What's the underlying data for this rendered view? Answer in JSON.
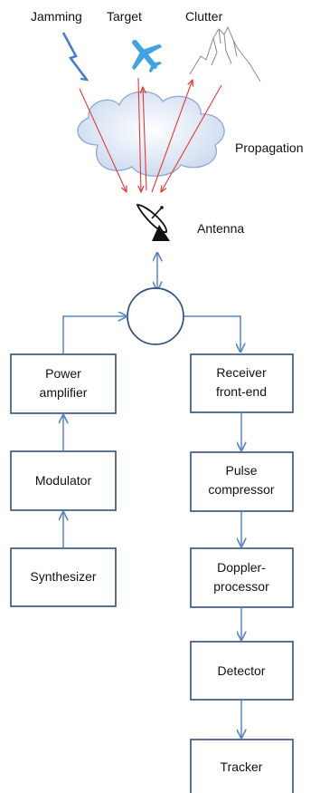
{
  "labels": {
    "jamming": "Jamming",
    "target": "Target",
    "clutter": "Clutter",
    "propagation": "Propagation",
    "antenna": "Antenna"
  },
  "blocks": {
    "power_amplifier": [
      "Power",
      "amplifier"
    ],
    "modulator": "Modulator",
    "synthesizer": "Synthesizer",
    "receiver_front_end": [
      "Receiver",
      "front-end"
    ],
    "pulse_compressor": [
      "Pulse",
      "compressor"
    ],
    "doppler_processor": [
      "Doppler-",
      "processor"
    ],
    "detector": "Detector",
    "tracker": "Tracker"
  },
  "icons": {
    "jamming": "lightning-bolt-icon",
    "target": "airplane-icon",
    "clutter": "mountain-icon",
    "propagation": "cloud-icon",
    "antenna": "satellite-dish-icon",
    "circulator": "circulator-circle"
  },
  "colors": {
    "block_border": "#2f4f7f",
    "connector": "#5b86c0",
    "signal_path": "#e53935",
    "jamming_icon": "#4a7fc8",
    "target_icon": "#3fa4e0",
    "cloud_fill": "#dce6f5"
  }
}
